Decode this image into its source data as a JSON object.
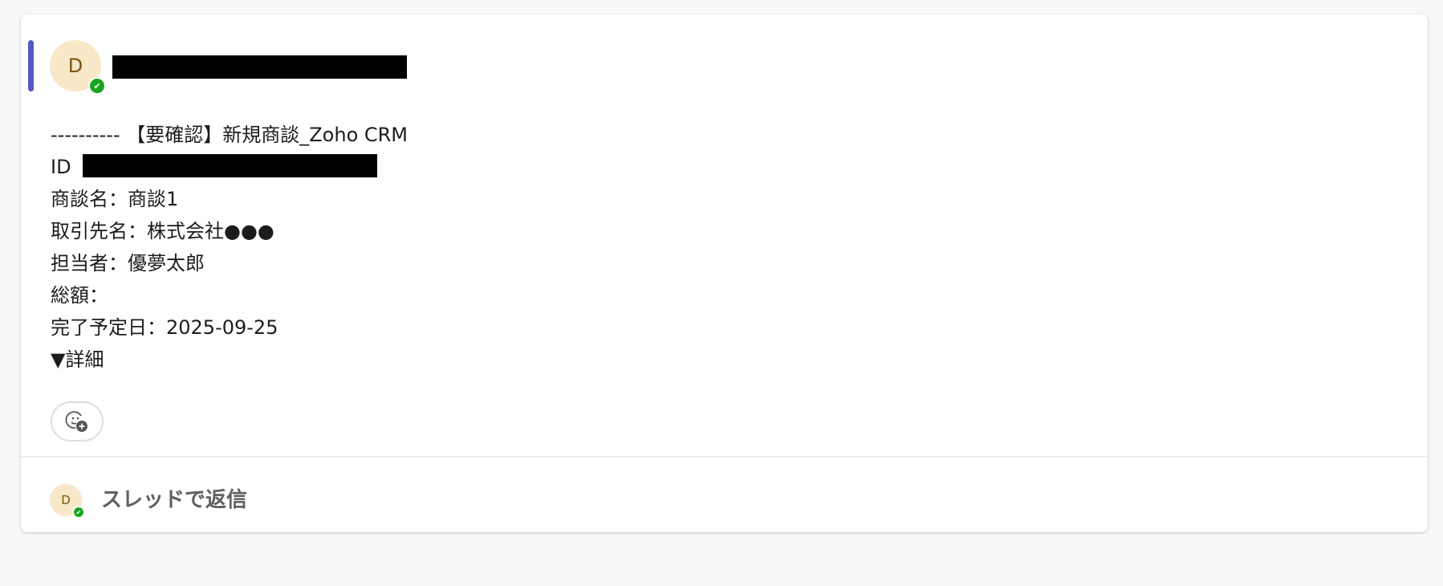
{
  "message": {
    "avatar_initial": "D",
    "lines": {
      "title": "---------- 【要確認】新規商談_Zoho CRM",
      "id_label": "ID",
      "deal_name": "商談名：商談1",
      "account": "取引先名：株式会社●●●",
      "owner": "担当者：優夢太郎",
      "amount": "総額：",
      "close_date": "完了予定日：2025-09-25",
      "details": "▼詳細"
    }
  },
  "reply": {
    "avatar_initial": "D",
    "label": "スレッドで返信"
  },
  "colors": {
    "accent": "#5458c0",
    "status": "#1aa51f",
    "avatar_bg": "#f8e8c8"
  }
}
